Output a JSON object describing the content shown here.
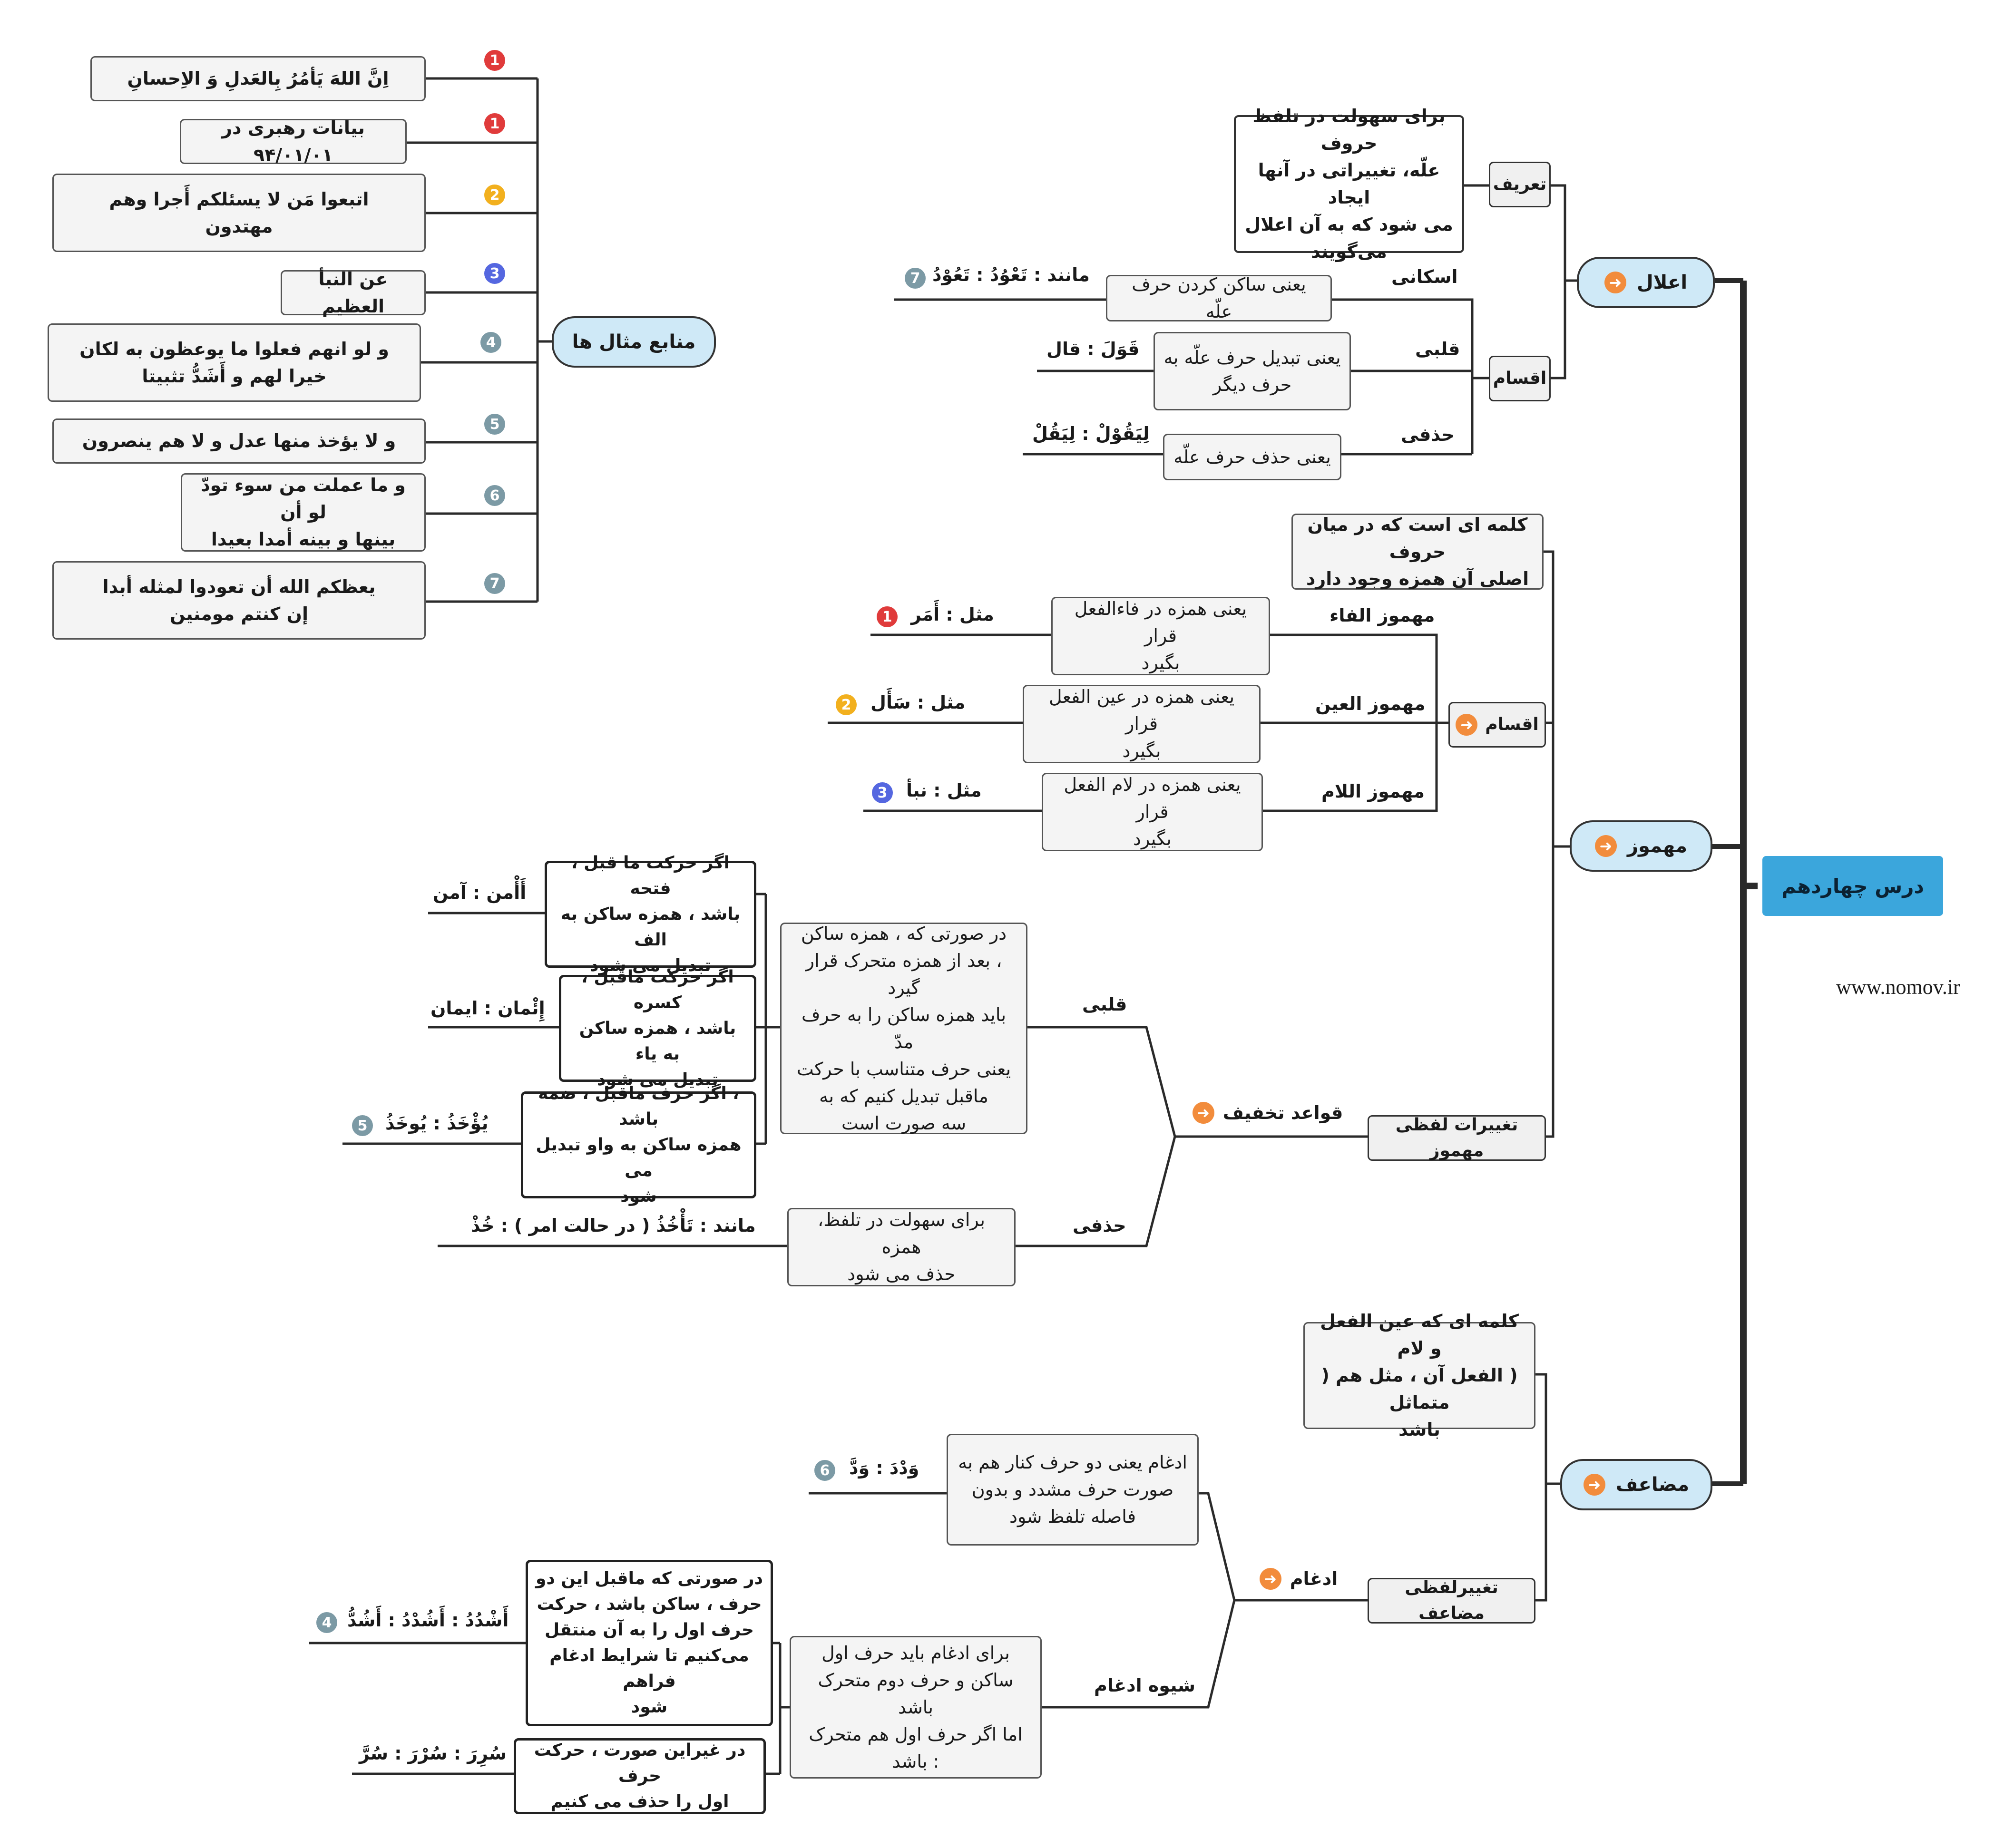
{
  "site": "www.nomov.ir",
  "root": "درس چهاردهم",
  "ielal": {
    "title": "اعلال",
    "tarif": "تعریف",
    "tarif_text": "برای سهولت در تلفظ حروف\nعلّه، تغییراتی در آنها ایجاد\nمی شود که به آن اعلال\nمی‌گویند",
    "aqsam": "اقسام",
    "types": [
      {
        "name": "اسکانی",
        "desc": "یعنی ساکن کردن حرف علّه",
        "example": "مانند : تَعْوُدُ : تَعُوْدُ"
      },
      {
        "name": "قلبی",
        "desc": "یعنی تبدیل حرف علّه به\nحرف دیگر",
        "example": "قَوَلَ : قال"
      },
      {
        "name": "حذفی",
        "desc": "یعنی حذف حرف علّه",
        "example": "لِيَقُوْلْ : لِيَقُلْ"
      }
    ]
  },
  "mahmuz": {
    "title": "مهموز",
    "def": "کلمه ای است که در میان حروف\nاصلی آن همزه وجود دارد",
    "aqsam": "اقسام",
    "types": [
      {
        "name": "مهموز الفاء",
        "desc": "یعنی همزه در فاءالفعل قرار\nبگیرد",
        "example": "مثل : أَمَر"
      },
      {
        "name": "مهموز العین",
        "desc": "یعنی همزه در عین الفعل قرار\nبگیرد",
        "example": "مثل : سَأَل"
      },
      {
        "name": "مهموز اللام",
        "desc": "یعنی همزه در لام الفعل قرار\nبگیرد",
        "example": "مثل : نبأ"
      }
    ],
    "taghyirat": "تغییرات لفظی مهموز",
    "qavaed": "قواعد تخفیف",
    "qalbi": "قلبی",
    "qalbi_desc": "در صورتی که ، همزه ساکن\n، بعد از همزه متحرک قرار گیرد\nباید همزه ساکن را به حرف مدّ\nیعنی حرف متناسب با حرکت\nماقبل تبدیل کنیم که به\nسه صورت است",
    "cases": [
      {
        "text": "اگر حرکت ما قبل ، فتحه\nباشد ، همزه ساکن به الف\nتبدیل می شود",
        "example": "أَأْمن : آمن"
      },
      {
        "text": "اگر حرکت ماقبل ، کسره\nباشد ، همزه ساکن به یاء\nتبدیل می شود",
        "example": "إِئْمان : ایمان"
      },
      {
        "text": "، اگر حرف ماقبل ، ضمه باشد\nهمزه ساکن به واو تبدیل می\nشود",
        "example": "يُؤْخَذُ : يُوخَذُ"
      }
    ],
    "hazfi": "حذفی",
    "hazfi_desc": "برای سهولت در تلفظ، همزه\nحذف می شود",
    "hazfi_example": "مانند :  تَأْخُذُ  ( در حالت امر ) :  خُذْ"
  },
  "mozaaf": {
    "title": "مضاعف",
    "def": "کلمه ای که عین الفعل و لام\n( الفعل آن ، مثل هم ( متماثل\nباشد",
    "taghyir": "تغییرلفظی  مضاعف",
    "edgham": "ادغام",
    "edgham_desc": "ادغام یعنی دو حرف کنار هم به\nصورت حرف مشدد و بدون\nفاصله تلفظ شود",
    "edgham_example": "وَدْدَ : وَدَّ",
    "shive": "شیوه ادغام",
    "shive_desc": "برای ادغام باید حرف اول\nساکن و حرف دوم متحرک باشد\nاما اگر حرف اول هم متحرک\n:  باشد",
    "cases": [
      {
        "text": "در صورتی که ماقبل این دو\nحرف ، ساکن باشد ، حرکت\nحرف اول را به آن منتقل\nمی‌کنیم تا شرایط ادغام فراهم\nشود",
        "example": "أَشْدُدُ  : أَشُدْدُ : أَشُدُّ"
      },
      {
        "text": "در غیراین صورت ، حرکت حرف\nاول را حذف می کنیم",
        "example": "سُرِرَ  : سُرْرَ : سُرَّ"
      }
    ]
  },
  "sources": {
    "title": "منابع مثال ها",
    "items": [
      {
        "text": "اِنَّ اللهَ يَأمُرُ بِالعَدلِ وَ الاِحسانِ",
        "num": "1"
      },
      {
        "text": "بیانات رهبری در ۹۴/۰۱/۰۱",
        "num": "1"
      },
      {
        "text": "اتبعوا مَن لا يسئلكم أَجرا وهم\nمهتدون",
        "num": "2"
      },
      {
        "text": "عن النبأ العظيم",
        "num": "3"
      },
      {
        "text": "و لو انهم فعلوا ما يوعظون به لكان\nخيرا لهم و أَشَدُّ تثبيتا",
        "num": "4"
      },
      {
        "text": "و لا يؤخذ منها عدل و لا هم ينصرون",
        "num": "5"
      },
      {
        "text": "و ما عملت من سوء تودّ لو أن\nبينها و بينه أمدا بعيدا",
        "num": "6"
      },
      {
        "text": "يعظكم الله أن تعودوا لمثله أبدا\nإن كنتم مومنين",
        "num": "7"
      }
    ]
  },
  "example_nums": {
    "ielal_eskani": "7",
    "mahmuz_fa": "1",
    "mahmuz_ain": "2",
    "mahmuz_lam": "3",
    "qalbi_zamme": "5",
    "edgham": "6",
    "shive_first": "4"
  },
  "colors": {
    "num_1": "#e03b3b",
    "num_2": "#f2b01e",
    "num_3": "#5567e0",
    "num_other": "#7c9aa5",
    "root_bg": "#3ba6dc",
    "main_bg": "#cfe9f7",
    "arrow": "#f28c3c"
  },
  "icons": {
    "main_topic": "arrow-left-icon",
    "example_badge": "number-badge-icon"
  }
}
